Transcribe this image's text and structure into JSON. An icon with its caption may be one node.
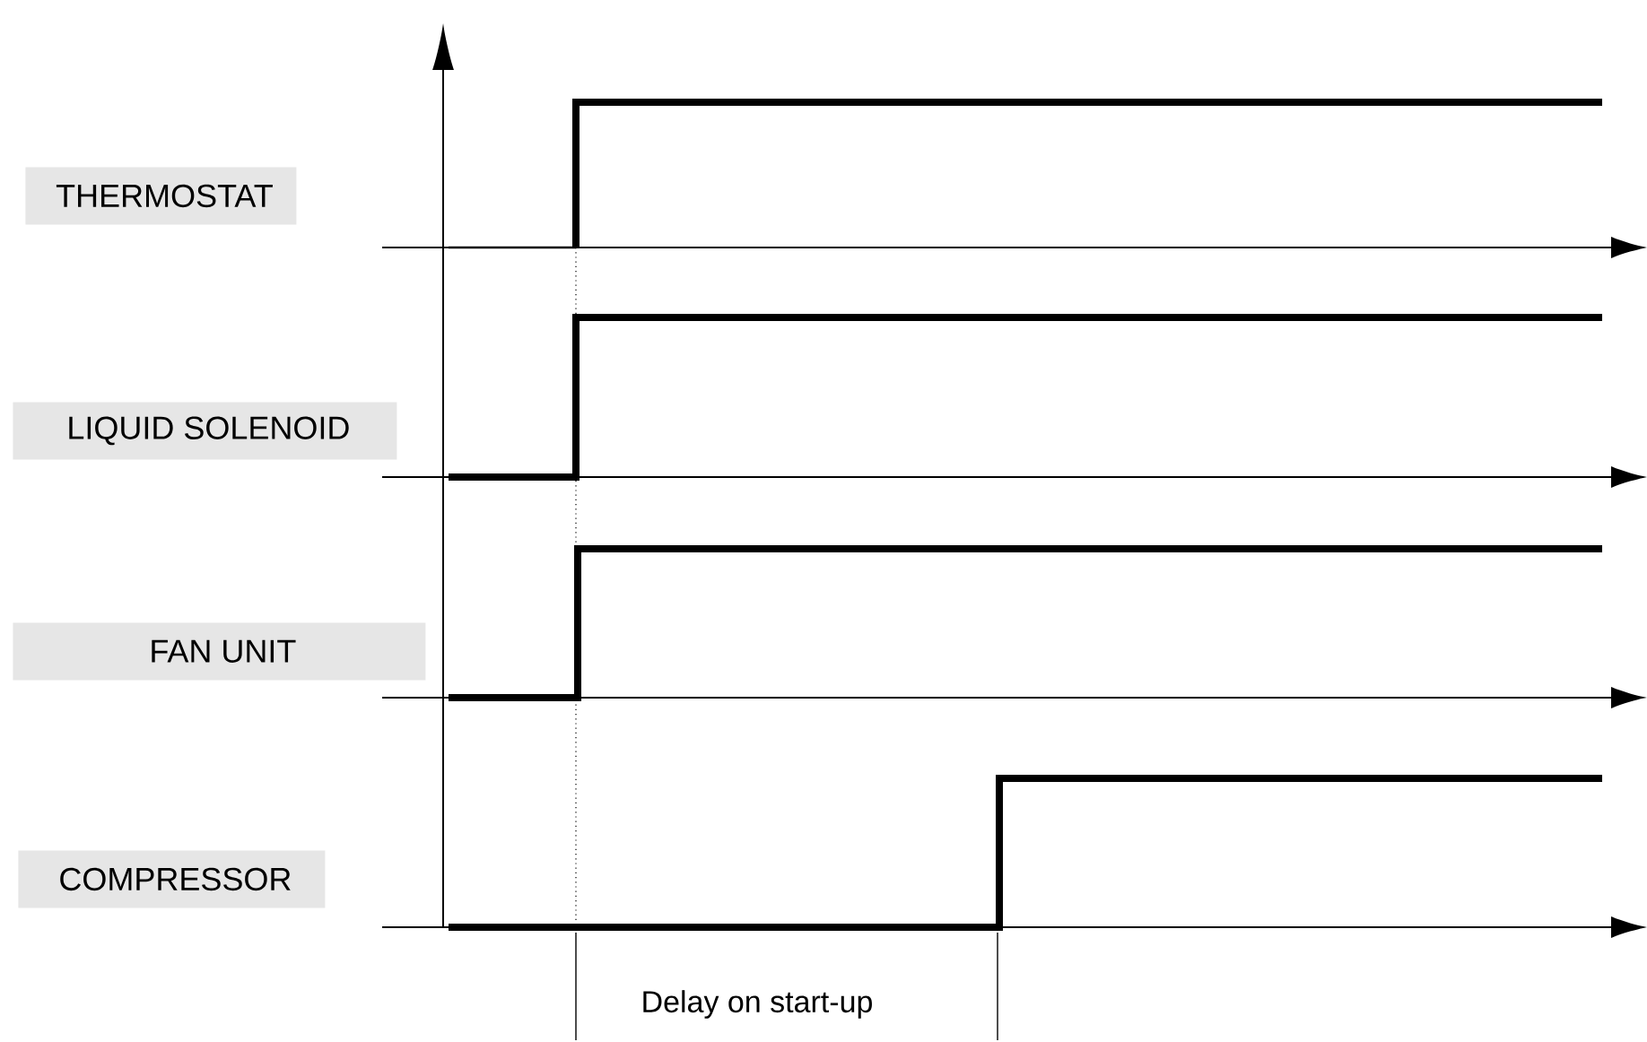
{
  "diagram": {
    "nodes": [
      {
        "text": [
          "THERMOSTAT"
        ]
      },
      {
        "text": [
          "LIQUID SOLENOID"
        ]
      },
      {
        "text": [
          "FAN UNIT"
        ]
      },
      {
        "text": [
          "COMPRESSOR"
        ]
      }
    ],
    "labels": [
      "Delay on start-up"
    ]
  }
}
